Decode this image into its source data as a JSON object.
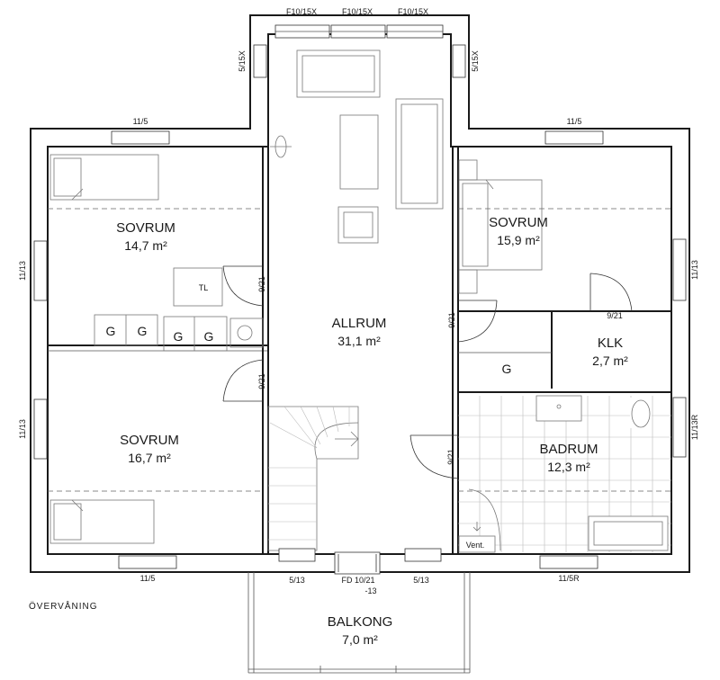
{
  "rooms": {
    "sovrum_tl": {
      "name": "SOVRUM",
      "area": "14,7 m²"
    },
    "sovrum_bl": {
      "name": "SOVRUM",
      "area": "16,7 m²"
    },
    "sovrum_r": {
      "name": "SOVRUM",
      "area": "15,9 m²"
    },
    "allrum": {
      "name": "ALLRUM",
      "area": "31,1 m²"
    },
    "klk": {
      "name": "KLK",
      "area": "2,7 m²"
    },
    "badrum": {
      "name": "BADRUM",
      "area": "12,3 m²"
    },
    "balkong": {
      "name": "BALKONG",
      "area": "7,0 m²"
    }
  },
  "windows": {
    "f10_a": "F10/15X",
    "f10_b": "F10/15X",
    "f10_c": "F10/15X",
    "w515_l": "5/15X",
    "w515_r": "5/15X",
    "w115_tl": "11/5",
    "w115_tr": "11/5",
    "w1113_l1": "11/13",
    "w1113_l2": "11/13",
    "w1113_r1": "11/13",
    "w1113r_r2": "11/13R",
    "w115_bl": "11/5",
    "w513_a": "5/13",
    "w513_b": "5/13",
    "w115r_br": "11/5R"
  },
  "doors": {
    "d921_a": "9/21",
    "d921_b": "9/21",
    "d921_c": "9/21",
    "d921_d": "9/21",
    "d921_e": "9/21",
    "fd_line1": "FD 10/21",
    "fd_line2": "-13"
  },
  "fixtures": {
    "tl": "TL",
    "g1": "G",
    "g2": "G",
    "g3": "G",
    "g4": "G",
    "g5": "G",
    "vent": "Vent."
  },
  "caption": "ÖVERVÅNING"
}
